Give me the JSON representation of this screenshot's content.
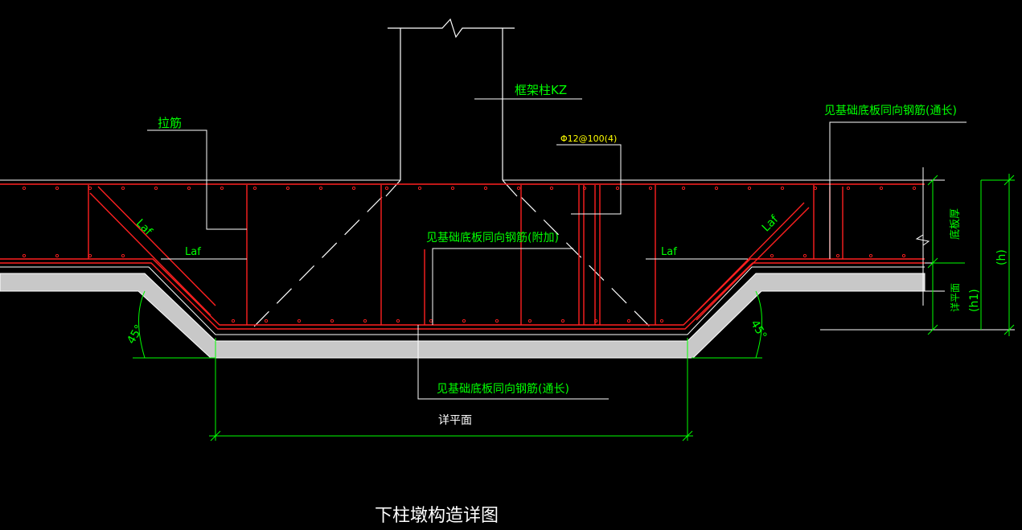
{
  "title": "下柱墩构造详图",
  "labels": {
    "tie_bar": "拉筋",
    "frame_column": "框架柱KZ",
    "stirrup": "Φ12@100(4)",
    "top_through": "见基础底板同向钢筋(通长)",
    "additional": "见基础底板同向钢筋(附加)",
    "bottom_through": "见基础底板同向钢筋(通长)",
    "laf_left_diag": "Laf",
    "laf_left": "Laf",
    "laf_right": "Laf",
    "laf_right_diag": "Laf",
    "angle_left": "45°",
    "angle_right": "45°",
    "dim_bottom": "详平面",
    "slab_thickness": "底板厚",
    "h1_note": "详平面",
    "h1": "(h1)",
    "h": "(h)"
  },
  "colors": {
    "background": "#000000",
    "rebar": "#ff2020",
    "label": "#00ff00",
    "stirrup_label": "#ffff00",
    "linework": "#ffffff",
    "concrete": "#c8c8c8"
  }
}
